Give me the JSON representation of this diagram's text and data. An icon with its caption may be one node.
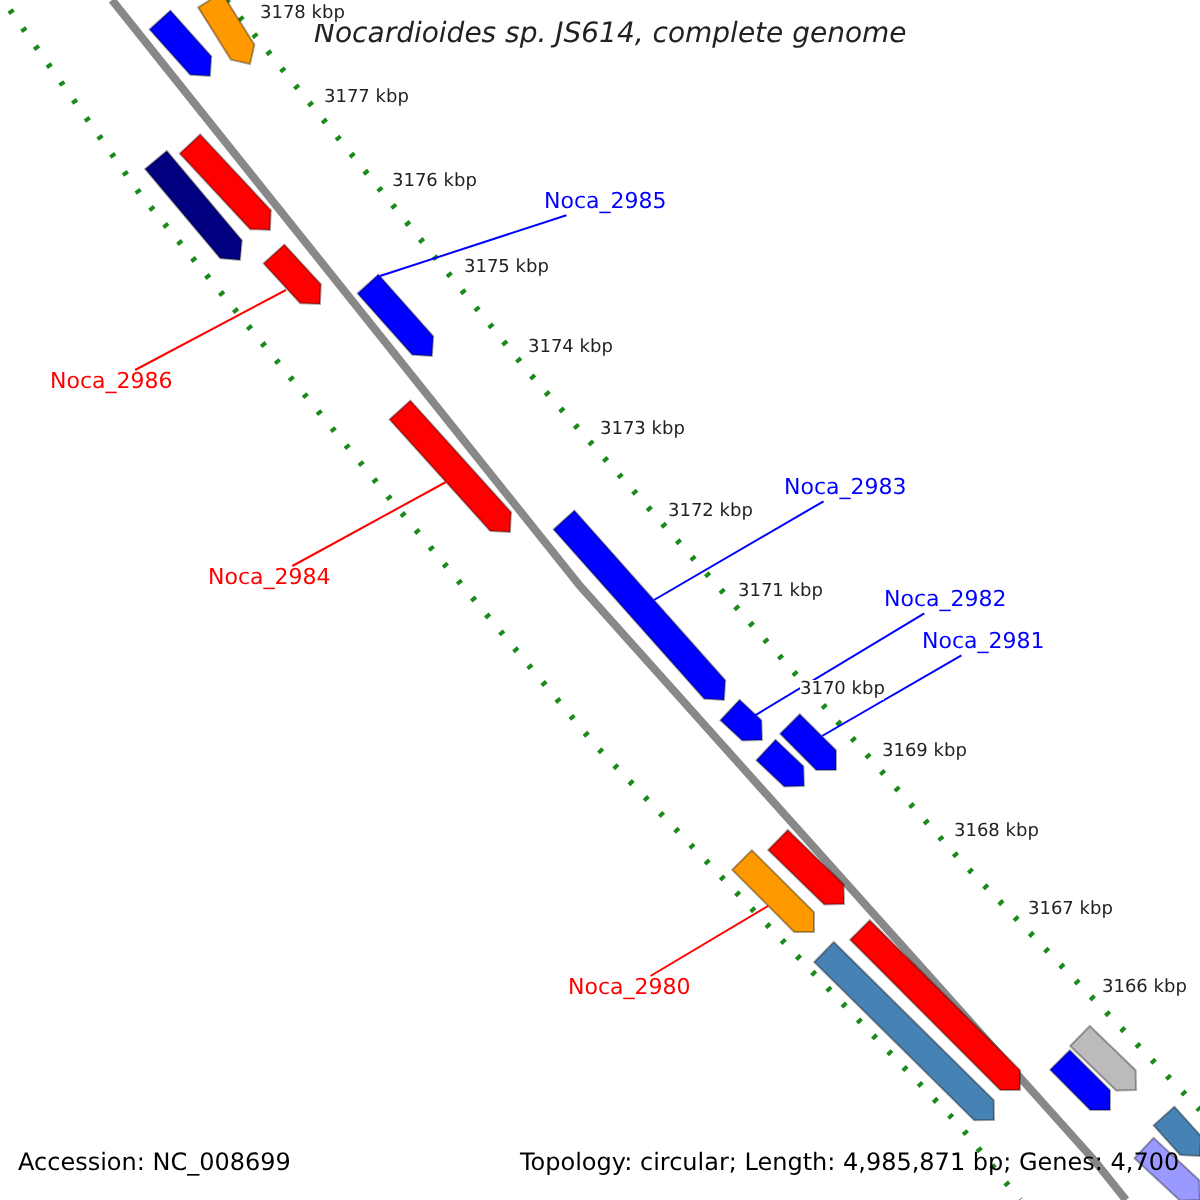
{
  "diagram": {
    "title": "Nocardioides sp. JS614, complete genome",
    "nodes": [
      {
        "text": [
          "Noca_2985"
        ]
      },
      {
        "text": [
          "Noca_2986"
        ]
      },
      {
        "text": [
          "Noca_2983"
        ]
      },
      {
        "text": [
          "Noca_2984"
        ]
      },
      {
        "text": [
          "Noca_2982"
        ]
      },
      {
        "text": [
          "Noca_2981"
        ]
      },
      {
        "text": [
          "Noca_2980"
        ]
      },
      {
        "text": [],
        "shape": "arrow"
      },
      {
        "text": [],
        "shape": "arrow"
      },
      {
        "text": [],
        "shape": "arrow"
      },
      {
        "text": [],
        "shape": "arrow"
      },
      {
        "text": [],
        "shape": "arrow"
      },
      {
        "text": [],
        "shape": "arrow"
      },
      {
        "text": [],
        "shape": "arrow"
      },
      {
        "text": [],
        "shape": "arrow"
      },
      {
        "text": [],
        "shape": "arrow"
      },
      {
        "text": [],
        "shape": "arrow"
      },
      {
        "text": [],
        "shape": "arrow"
      },
      {
        "text": [],
        "shape": "arrow"
      },
      {
        "text": [],
        "shape": "arrow"
      },
      {
        "text": [],
        "shape": "arrow"
      },
      {
        "text": [],
        "shape": "arrow"
      },
      {
        "text": [],
        "shape": "arrow"
      },
      {
        "text": [],
        "shape": "arrow"
      },
      {
        "text": [],
        "shape": "arrow"
      },
      {
        "text": [],
        "shape": "arrow"
      }
    ],
    "edges": [
      {
        "from": 0,
        "to": 12,
        "arrow": "none"
      },
      {
        "from": 1,
        "to": 11,
        "arrow": "none",
        "color": "#ff0000"
      },
      {
        "from": 2,
        "to": 14,
        "arrow": "none"
      },
      {
        "from": 3,
        "to": 13,
        "arrow": "none",
        "color": "#ff0000"
      },
      {
        "from": 4,
        "to": 15,
        "arrow": "none"
      },
      {
        "from": 5,
        "to": 16,
        "arrow": "none"
      },
      {
        "from": 6,
        "to": 19,
        "arrow": "none",
        "color": "#ff0000"
      }
    ],
    "labels": [
      "3178 kbp",
      "3177 kbp",
      "3176 kbp",
      "3175 kbp",
      "3174 kbp",
      "3173 kbp",
      "3172 kbp",
      "3171 kbp",
      "3170 kbp",
      "3169 kbp",
      "3168 kbp",
      "3167 kbp",
      "3166 kbp",
      "Accession: NC_008699",
      "Topology: circular; Length: 4,985,871 bp; Genes: 4,700"
    ]
  }
}
